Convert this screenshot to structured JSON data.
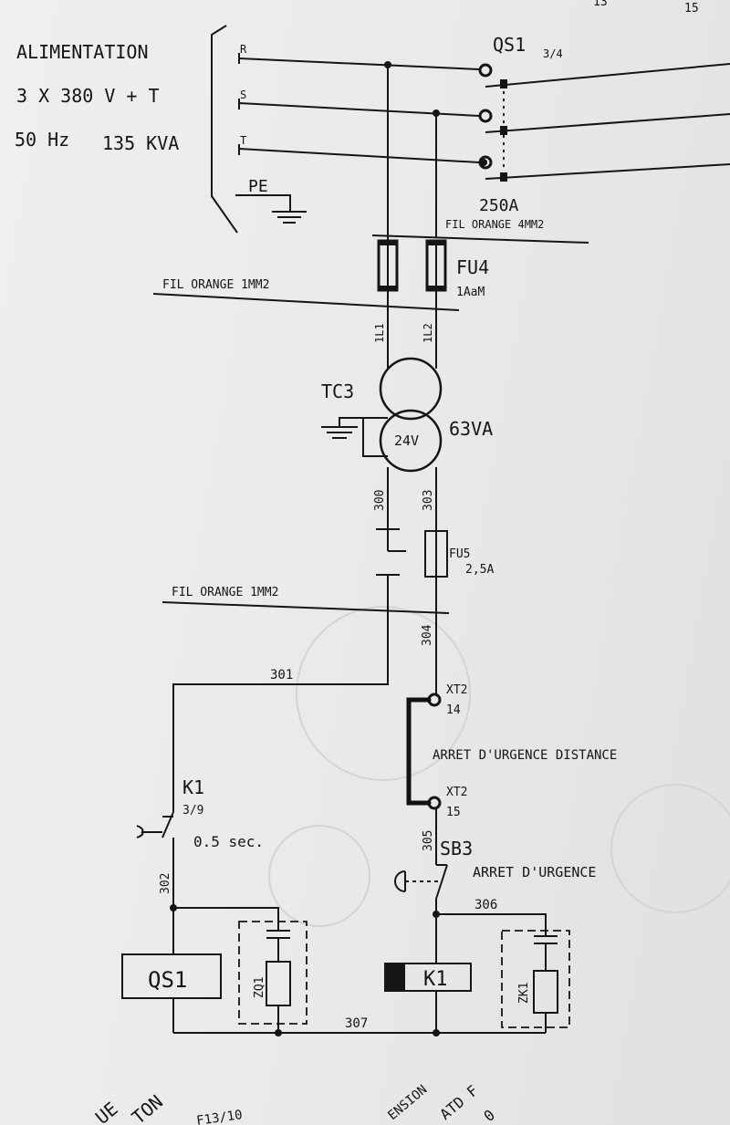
{
  "supply": {
    "title": "ALIMENTATION",
    "voltage": "3 X 380 V + T",
    "freq": "50 Hz",
    "power": "135 KVA"
  },
  "phases": {
    "r": "R",
    "s": "S",
    "t": "T",
    "pe": "PE"
  },
  "top_edge": {
    "n1": "13",
    "n2": "15"
  },
  "qs1_main": {
    "label": "QS1",
    "ref": "3/4",
    "rating": "250A"
  },
  "wires": {
    "orange_4mm2": "FIL ORANGE 4MM2",
    "orange_1mm2_a": "FIL ORANGE 1MM2",
    "orange_1mm2_b": "FIL ORANGE 1MM2"
  },
  "fu4": {
    "label": "FU4",
    "rating": "1AaM"
  },
  "markers": {
    "l1": "1L1",
    "l2": "1L2",
    "w300": "300",
    "w303": "303",
    "w304": "304",
    "w301": "301",
    "w302": "302",
    "w305": "305",
    "w306": "306",
    "w307": "307"
  },
  "tc3": {
    "label": "TC3",
    "secondary": "24V",
    "power": "63VA"
  },
  "fu5": {
    "label": "FU5",
    "rating": "2,5A"
  },
  "xt2_top": {
    "label": "XT2",
    "terminal": "14"
  },
  "xt2_bot": {
    "label": "XT2",
    "terminal": "15"
  },
  "remote_estop": "ARRET D'URGENCE DISTANCE",
  "k1_contact": {
    "label": "K1",
    "ref": "3/9",
    "delay": "0.5 sec."
  },
  "sb3": {
    "label": "SB3",
    "desc": "ARRET D'URGENCE"
  },
  "coils": {
    "qs1": "QS1",
    "k1": "K1",
    "zq1": "ZQ1",
    "zk1": "ZK1"
  },
  "bottom": {
    "a": "UE",
    "b": "TON",
    "c": "F13/10",
    "d": "ENSION",
    "e": "ATD F",
    "f": "0"
  },
  "colors": {
    "ink": "#151515",
    "paper": "#e9eaeb"
  }
}
